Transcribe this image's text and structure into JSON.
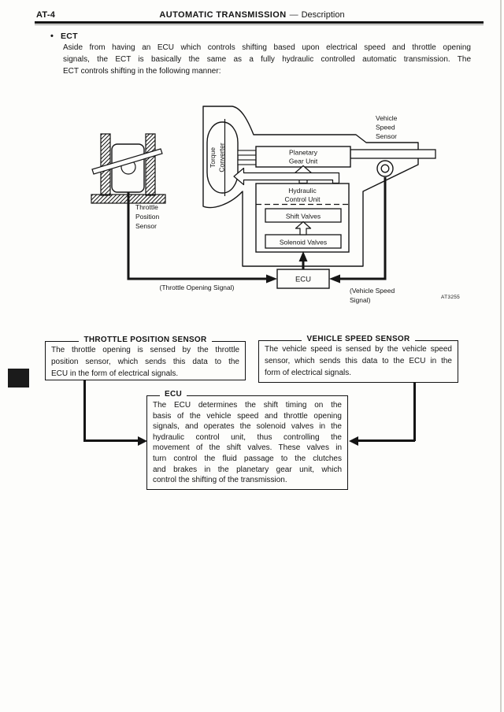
{
  "colors": {
    "ink": "#151515",
    "paper": "#fdfdfb"
  },
  "header": {
    "page_code": "AT-4",
    "title": "AUTOMATIC TRANSMISSION",
    "separator": "—",
    "section": "Description"
  },
  "intro": {
    "bullet": "•",
    "heading": "ECT",
    "lines": [
      "Aside from having an ECU which controls shifting based upon electrical speed and throttle opening",
      "signals, the ECT is basically the same as a fully hydraulic controlled automatic transmission. The",
      "ECT controls shifting in the following manner:"
    ]
  },
  "diagram": {
    "figure_code": "AT3255",
    "labels": {
      "throttle_position_sensor": [
        "Throttle",
        "Position",
        "Sensor"
      ],
      "vehicle_speed_sensor": [
        "Vehicle",
        "Speed",
        "Sensor"
      ],
      "torque_converter": [
        "Torque",
        "Converter"
      ],
      "planetary_gear_unit": [
        "Planetary",
        "Gear Unit"
      ],
      "hydraulic_control_unit": [
        "Hydraulic",
        "Control Unit"
      ],
      "shift_valves": "Shift Valves",
      "solenoid_valves": "Solenoid Valves",
      "ecu": "ECU",
      "throttle_opening_signal": "(Throttle Opening Signal)",
      "vehicle_speed_signal": [
        "(Vehicle Speed",
        "Signal)"
      ]
    }
  },
  "flowchart": {
    "throttle_box": {
      "title": "THROTTLE POSITION SENSOR",
      "lines": [
        "The throttle opening is sensed by the throttle",
        "position sensor, which sends this data to the",
        "ECU in the form of electrical signals."
      ]
    },
    "vehicle_box": {
      "title": "VEHICLE SPEED SENSOR",
      "lines": [
        "The vehicle speed is sensed by the vehicle speed",
        "sensor, which sends this data to the ECU in the",
        "form of electrical signals."
      ]
    },
    "ecu_box": {
      "title": "ECU",
      "lines": [
        "The ECU determines the shift timing on the",
        "basis of the vehicle speed and throttle opening",
        "signals, and operates the solenoid valves in the",
        "hydraulic control unit, thus controlling the",
        "movement of the shift valves. These valves in",
        "turn control the fluid passage to the clutches",
        "and brakes in the planetary gear unit, which",
        "control the shifting of the transmission."
      ]
    }
  }
}
